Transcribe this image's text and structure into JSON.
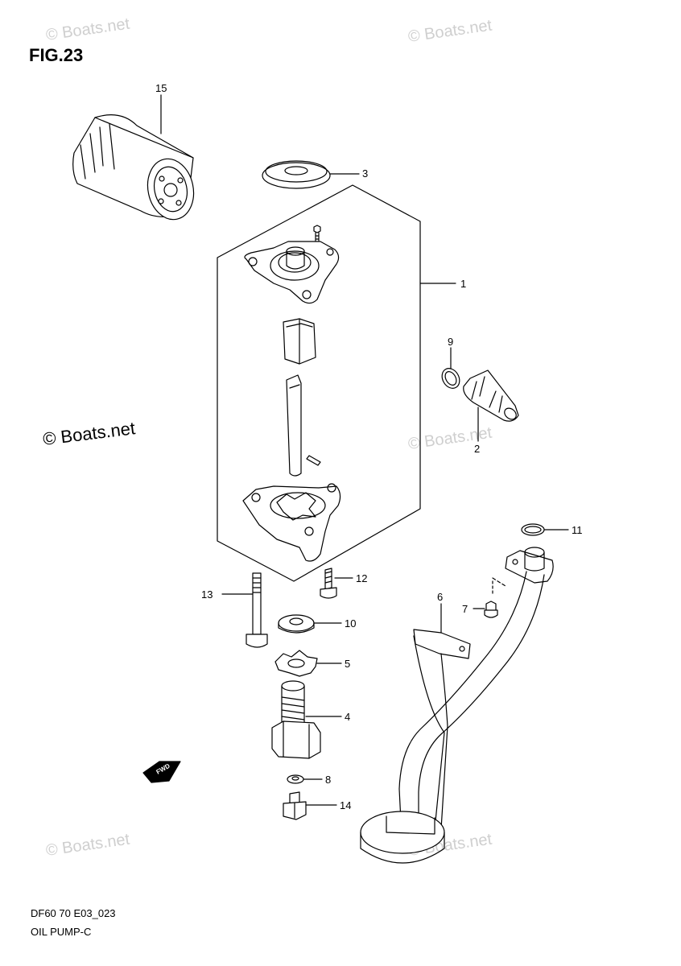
{
  "figure": {
    "title": "FIG.23",
    "code": "DF60 70 E03_023",
    "name": "OIL PUMP-C"
  },
  "watermark": {
    "copyright": "© Boats.net",
    "faint": "© Boats.net"
  },
  "fwd_label": "FWD",
  "callouts": [
    {
      "id": "1"
    },
    {
      "id": "2"
    },
    {
      "id": "3"
    },
    {
      "id": "4"
    },
    {
      "id": "5"
    },
    {
      "id": "6"
    },
    {
      "id": "7"
    },
    {
      "id": "8"
    },
    {
      "id": "9"
    },
    {
      "id": "10"
    },
    {
      "id": "11"
    },
    {
      "id": "12"
    },
    {
      "id": "13"
    },
    {
      "id": "14"
    },
    {
      "id": "15"
    }
  ]
}
